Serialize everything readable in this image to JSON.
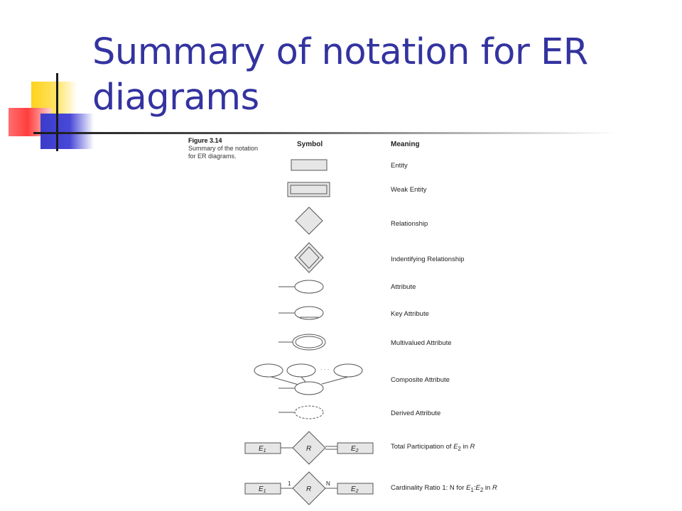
{
  "slide": {
    "title": "Summary of notation for ER diagrams"
  },
  "figure": {
    "caption_label": "Figure 3.14",
    "caption_text": "Summary of the notation for ER diagrams.",
    "symbol_header": "Symbol",
    "meaning_header": "Meaning",
    "rows": [
      {
        "meaning": "Entity"
      },
      {
        "meaning": "Weak Entity"
      },
      {
        "meaning": "Relationship"
      },
      {
        "meaning": "Indentifying Relationship"
      },
      {
        "meaning": "Attribute"
      },
      {
        "meaning": "Key Attribute"
      },
      {
        "meaning": "Multivalued Attribute"
      },
      {
        "meaning": "Composite Attribute"
      },
      {
        "meaning": "Derived Attribute"
      },
      {
        "meaning_prefix": "Total Participation of ",
        "meaning_var": "E",
        "meaning_sub": "2",
        "meaning_suffix": " in ",
        "meaning_var2": "R"
      },
      {
        "meaning_prefix": "Cardinality Ratio 1: N for ",
        "meaning_var": "E",
        "meaning_sub": "1",
        "meaning_mid": ":",
        "meaning_var_b": "E",
        "meaning_sub_b": "2",
        "meaning_suffix": " in ",
        "meaning_var2": "R"
      }
    ],
    "symbol_labels": {
      "e1": "E",
      "e1_sub": "1",
      "e2": "E",
      "e2_sub": "2",
      "r": "R",
      "ellipsis": "· · ·",
      "card_one": "1",
      "card_n": "N"
    }
  },
  "colors": {
    "title": "#3333a0",
    "symbol_fill": "#e6e6e6",
    "symbol_stroke": "#555555"
  }
}
